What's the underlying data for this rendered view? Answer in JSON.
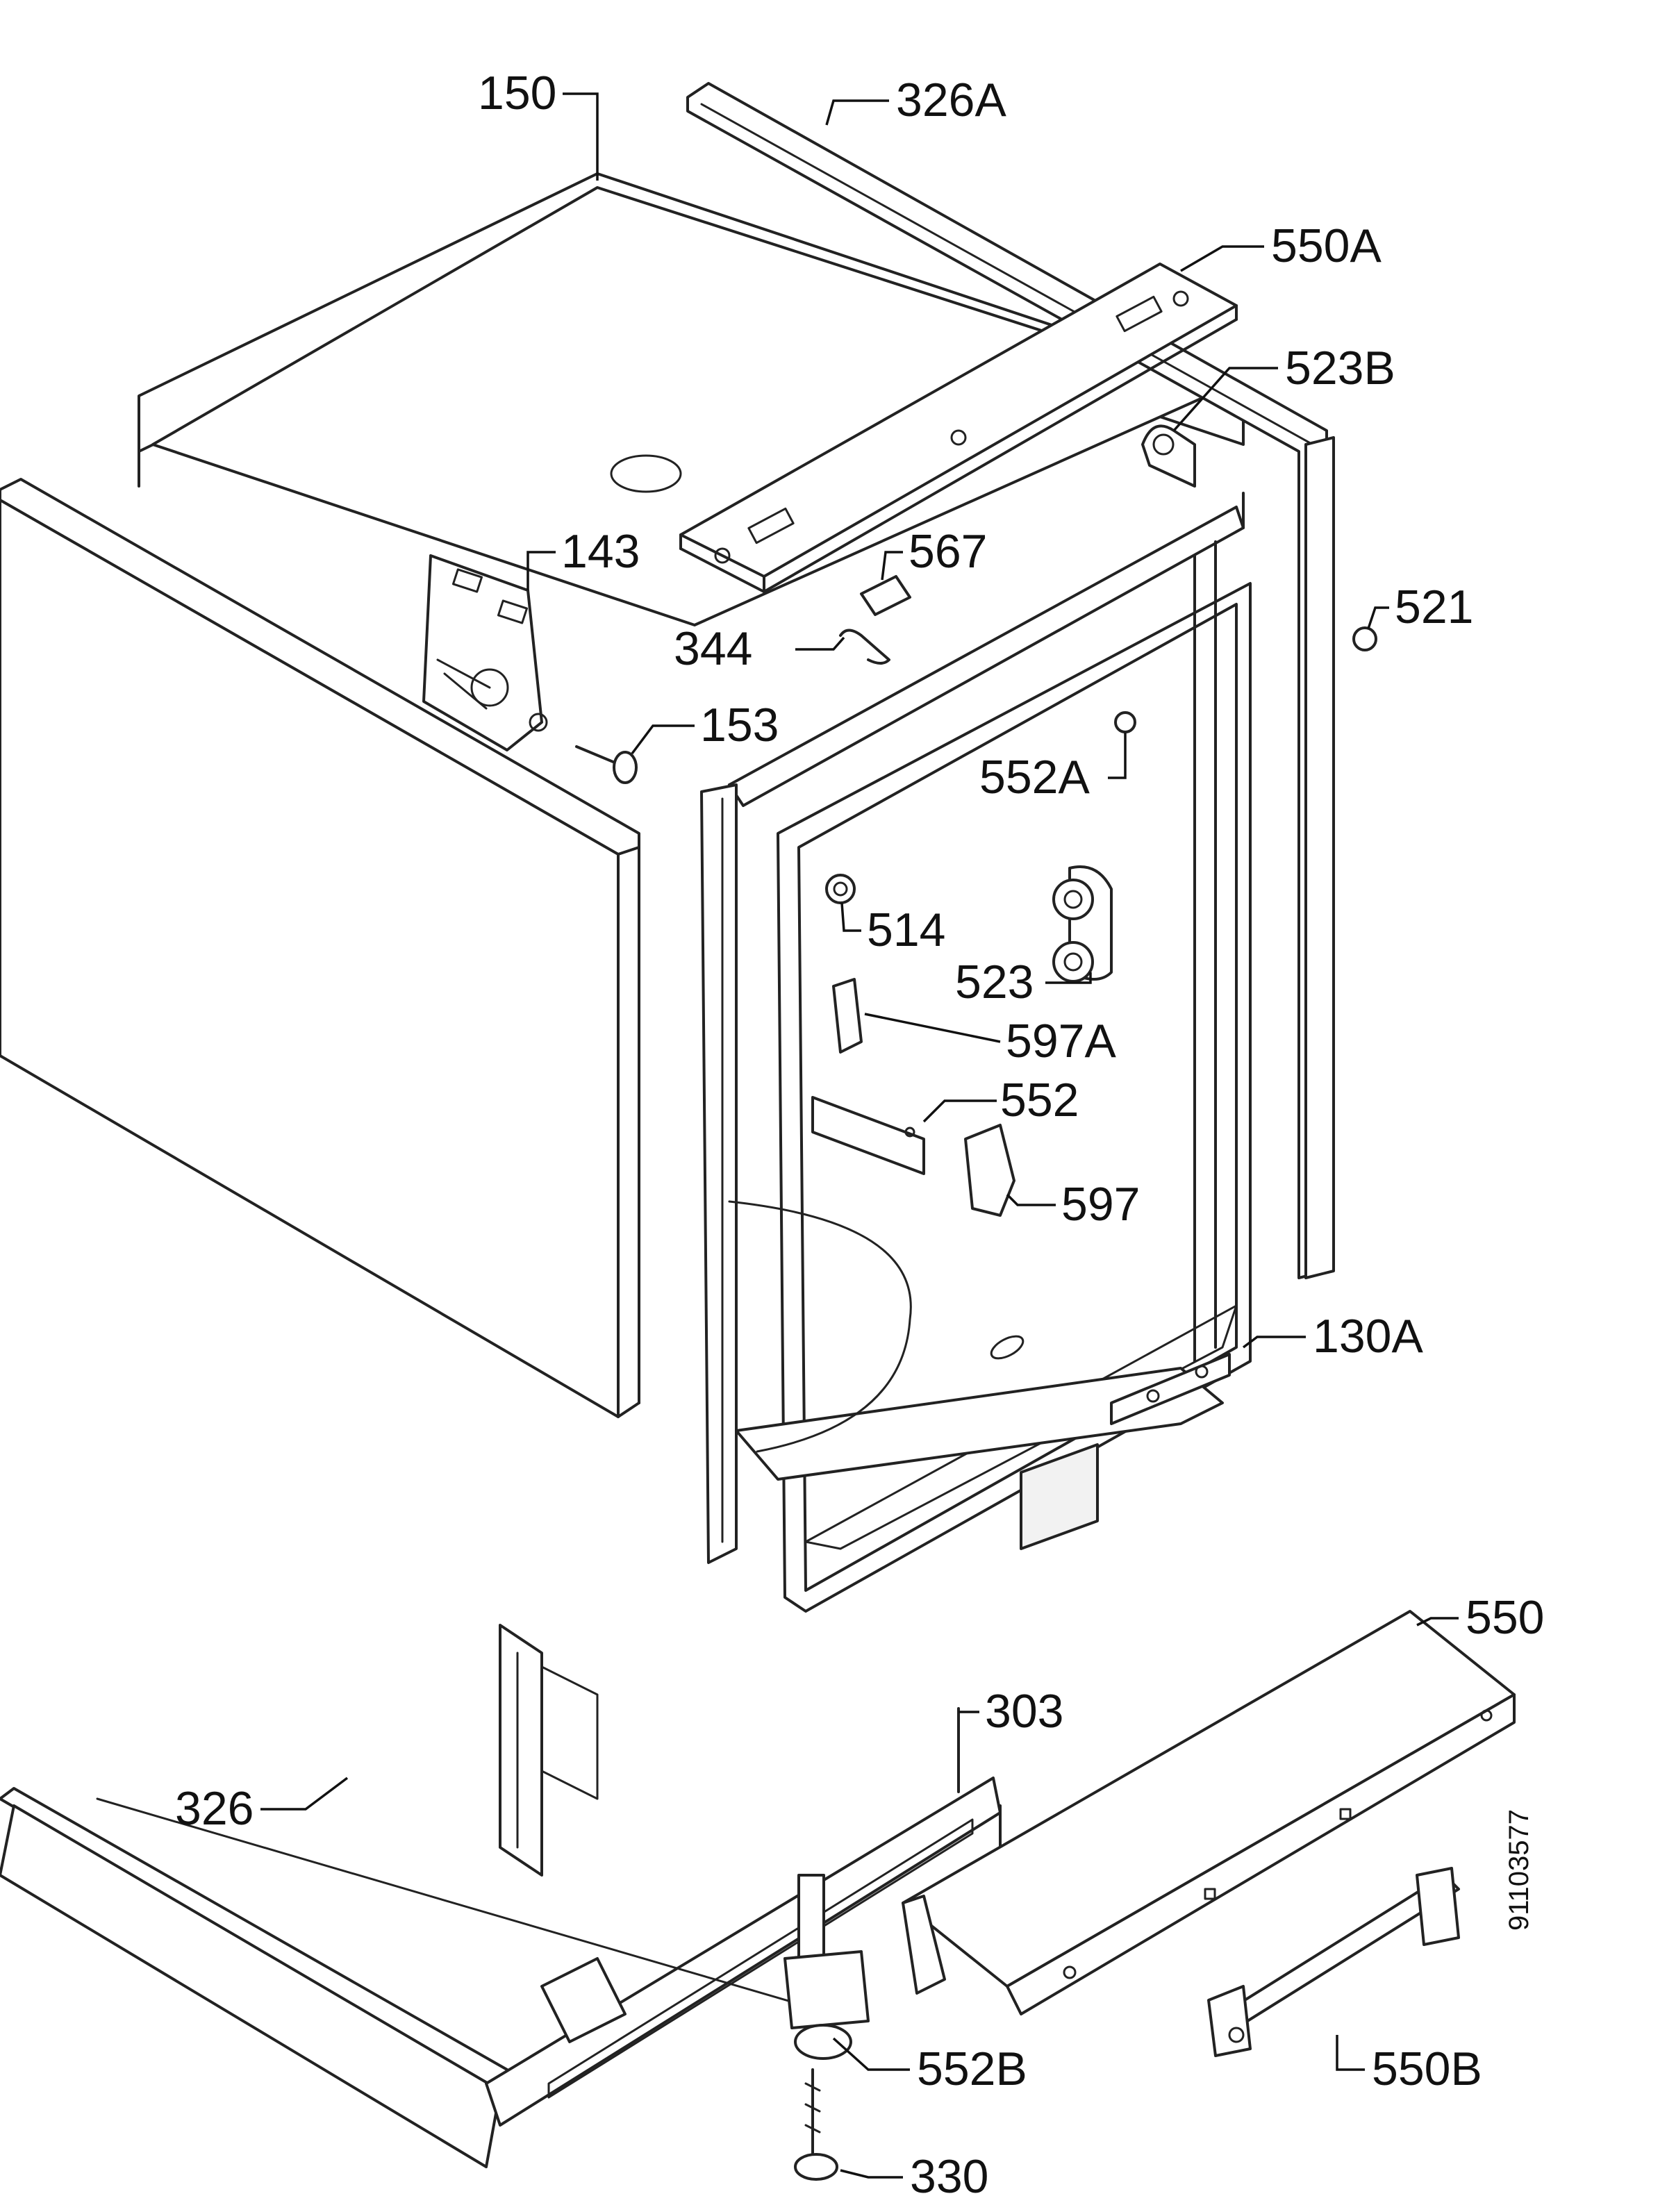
{
  "figure": {
    "document_id": "91103577"
  },
  "parts": [
    {
      "id": "p150",
      "label": "150"
    },
    {
      "id": "p326a",
      "label": "326A"
    },
    {
      "id": "p550a",
      "label": "550A"
    },
    {
      "id": "p523b",
      "label": "523B"
    },
    {
      "id": "p143",
      "label": "143"
    },
    {
      "id": "p567",
      "label": "567"
    },
    {
      "id": "p521",
      "label": "521"
    },
    {
      "id": "p344",
      "label": "344"
    },
    {
      "id": "p153",
      "label": "153"
    },
    {
      "id": "p552a",
      "label": "552A"
    },
    {
      "id": "p514",
      "label": "514"
    },
    {
      "id": "p523",
      "label": "523"
    },
    {
      "id": "p597a",
      "label": "597A"
    },
    {
      "id": "p552",
      "label": "552"
    },
    {
      "id": "p597",
      "label": "597"
    },
    {
      "id": "p130a",
      "label": "130A"
    },
    {
      "id": "p550",
      "label": "550"
    },
    {
      "id": "p303",
      "label": "303"
    },
    {
      "id": "p326",
      "label": "326"
    },
    {
      "id": "p552b",
      "label": "552B"
    },
    {
      "id": "p550b",
      "label": "550B"
    },
    {
      "id": "p330",
      "label": "330"
    }
  ]
}
